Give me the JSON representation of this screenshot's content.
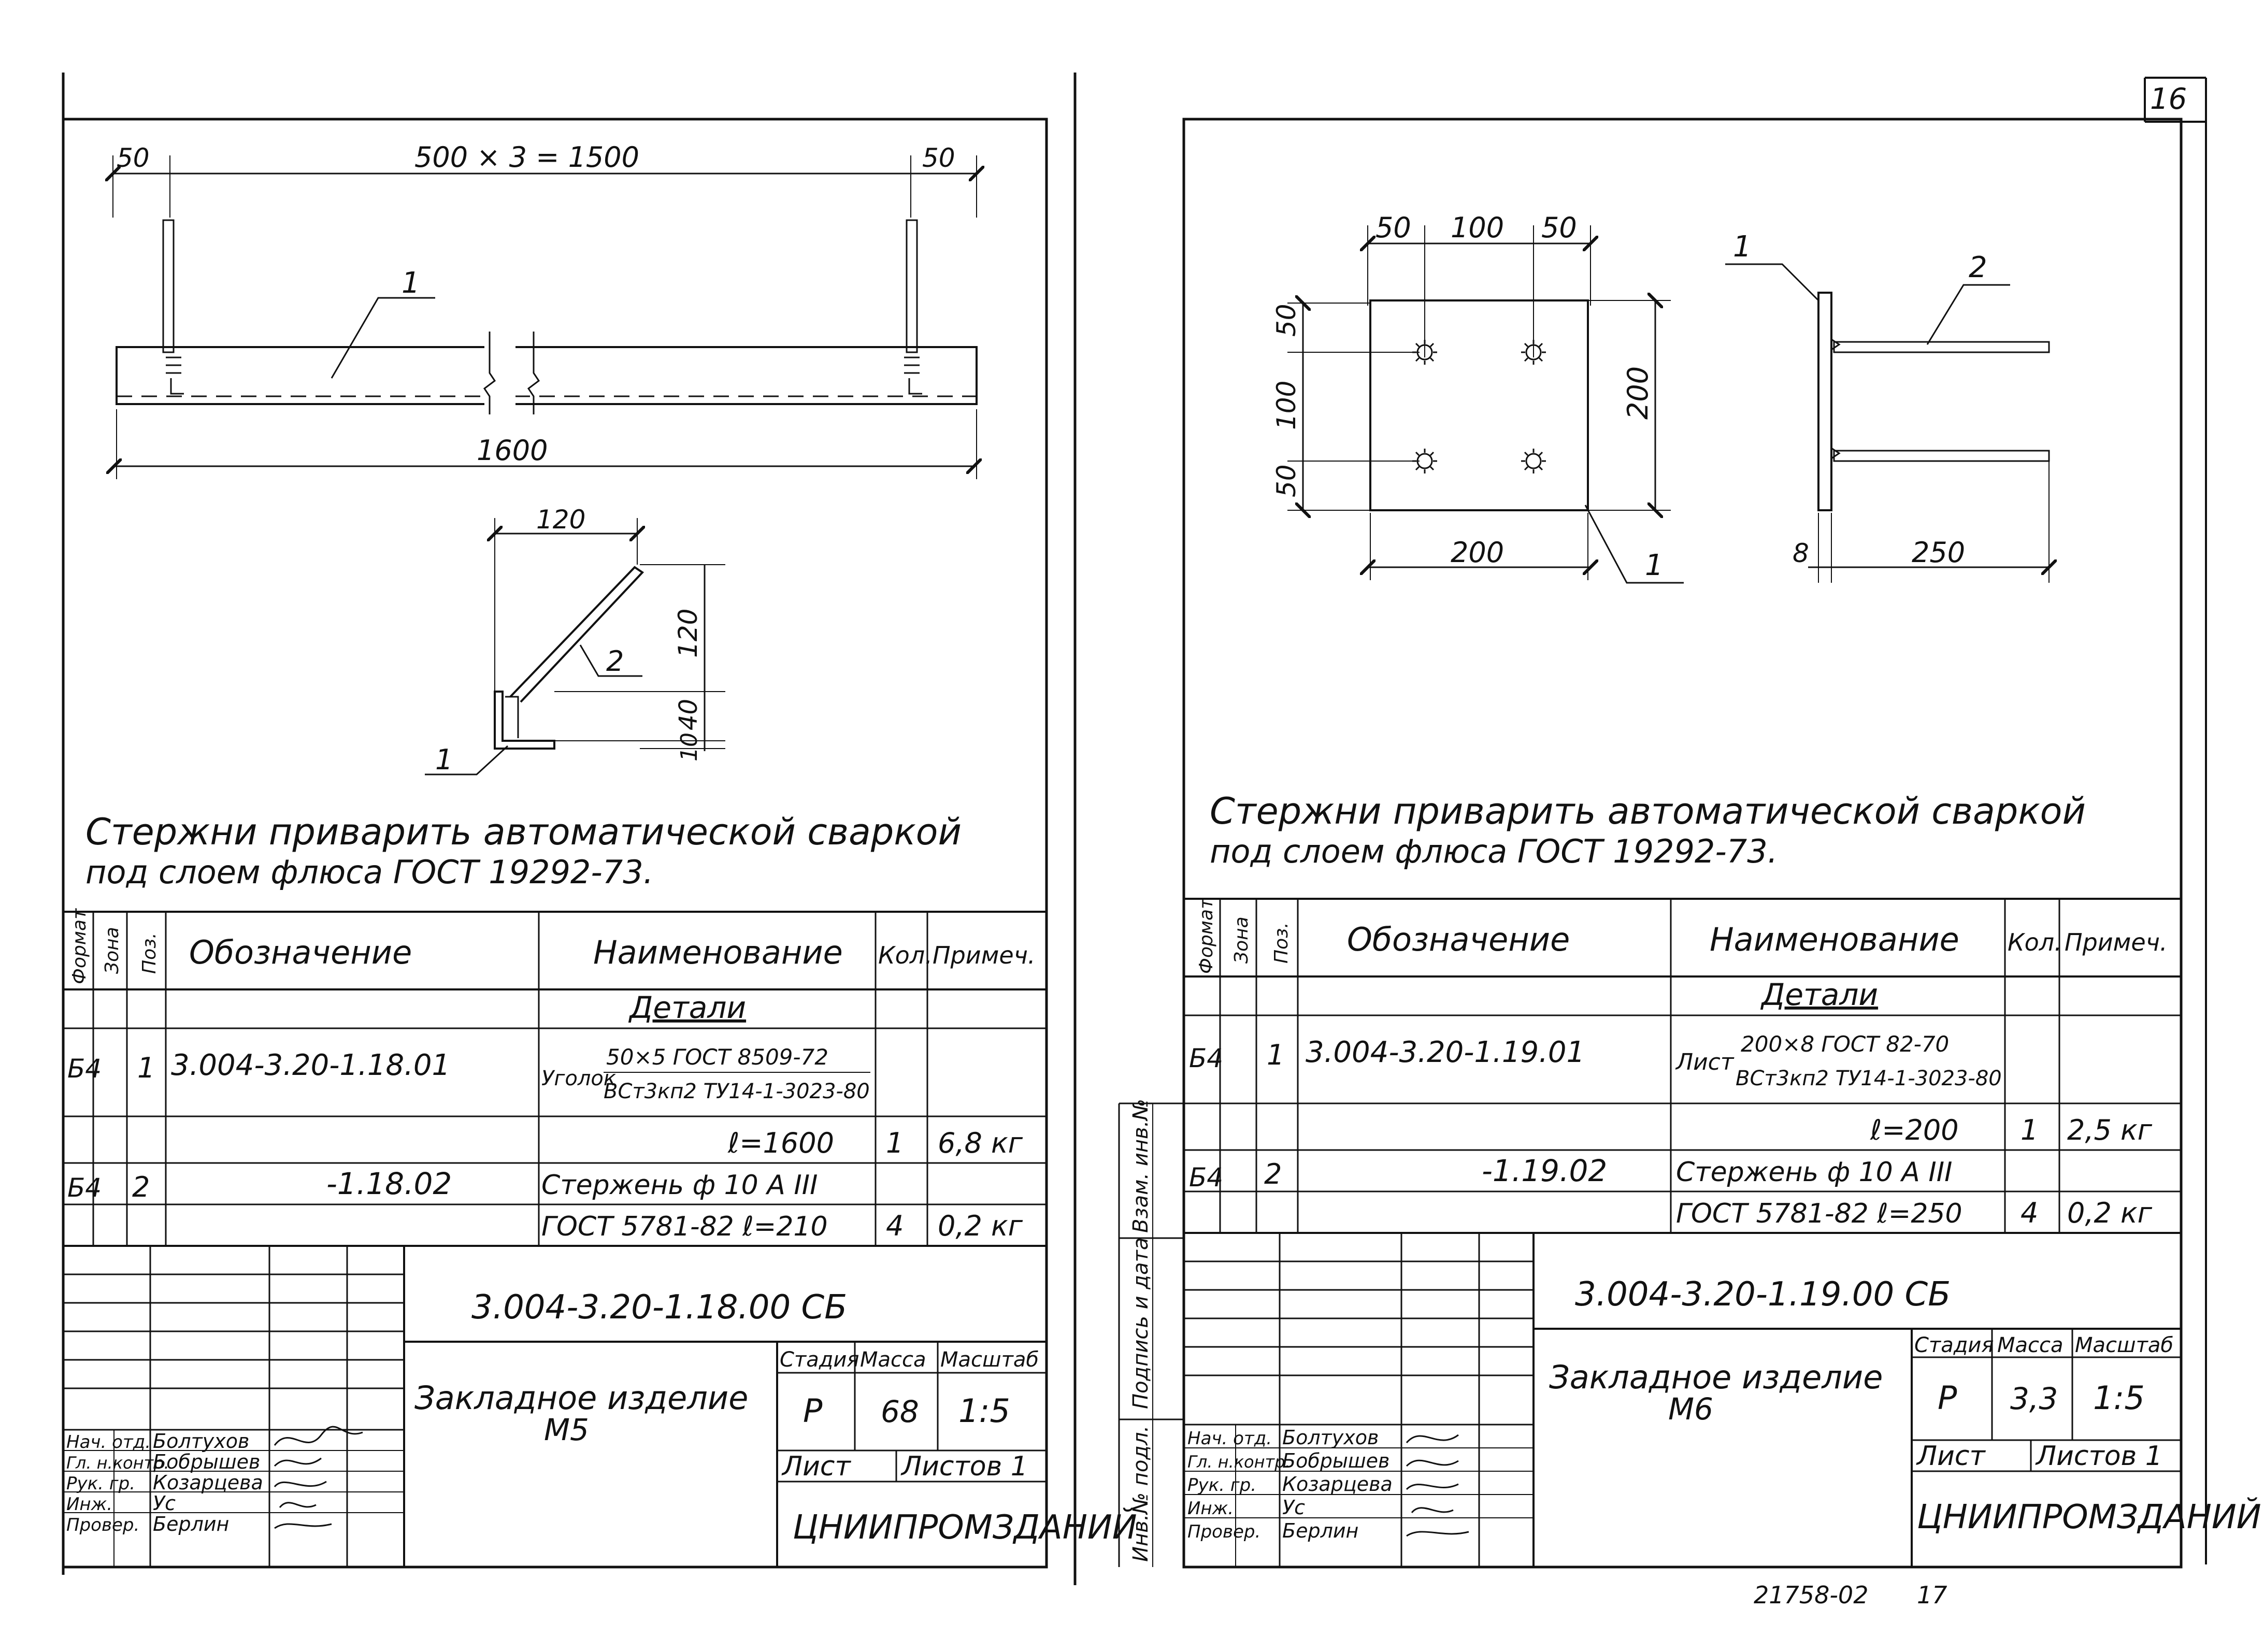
{
  "page_number": "16",
  "footer": {
    "doc_no": "21758-02",
    "page": "17"
  },
  "side_stamp": {
    "col1": "Инв.№ подл.",
    "col2": "Подпись и дата",
    "col3": "Взам. инв.№"
  },
  "left": {
    "drawing1": {
      "dim_top": "500 × 3 = 1500",
      "dim_left": "50",
      "dim_right": "50",
      "dim_bottom": "1600",
      "pos": "1"
    },
    "drawing2": {
      "dim_top": "120",
      "dim_right_a": "120",
      "dim_right_b": "40",
      "dim_right_c": "10",
      "pos1": "1",
      "pos2": "2"
    },
    "note_line1": "Стержни приварить    автоматической сваркой",
    "note_line2": "под слоем  флюса ГОСТ 19292-73.",
    "spec": {
      "headers": {
        "format": "Формат",
        "zone": "Зона",
        "pos": "Поз.",
        "designation": "Обозначение",
        "name": "Наименование",
        "qty": "Кол.",
        "note": "Примеч."
      },
      "section": "Детали",
      "rows": [
        {
          "format": "Б4",
          "pos": "1",
          "designation": "3.004-3.20-1.18.01",
          "name_prefix": "Уголок",
          "name_top": "50×5 ГОСТ 8509-72",
          "name_bottom": "ВСт3кп2 ТУ14-1-3023-80"
        },
        {
          "name": "ℓ=1600",
          "qty": "1",
          "note": "6,8 кг"
        },
        {
          "format": "Б4",
          "pos": "2",
          "designation": "-1.18.02",
          "name": "Стержень ф 10 А III"
        },
        {
          "name": "ГОСТ 5781-82    ℓ=210",
          "qty": "4",
          "note": "0,2 кг"
        }
      ]
    },
    "title_block": {
      "doc_code": "3.004-3.20-1.18.00 СБ",
      "title_line1": "Закладное  изделие",
      "title_line2": "М5",
      "col_stage": "Стадия",
      "col_mass": "Масса",
      "col_scale": "Масштаб",
      "stage": "Р",
      "mass": "68",
      "scale": "1:5",
      "sheet": "Лист",
      "sheets": "Листов 1",
      "org": "ЦНИИПРОМЗДАНИЙ",
      "roles": [
        "Нач. отд.",
        "Гл. н.контр.",
        "Рук. гр.",
        "Инж.",
        "Провер."
      ],
      "names": [
        "Болтухов",
        "Бобрышев",
        "Козарцева",
        "Ус",
        "Берлин"
      ]
    }
  },
  "right": {
    "drawing1": {
      "dim_a": "50",
      "dim_b": "100",
      "dim_c": "50",
      "dim_side_a": "50",
      "dim_side_b": "100",
      "dim_side_c": "50",
      "dim_height": "200",
      "dim_bottom": "200",
      "pos": "1"
    },
    "drawing2": {
      "pos1": "1",
      "pos2": "2",
      "dim_thick": "8",
      "dim_len": "250"
    },
    "note_line1": "Стержни приварить  автоматической  сваркой",
    "note_line2": "под слоем  флюса ГОСТ 19292-73.",
    "spec": {
      "headers": {
        "format": "Формат",
        "zone": "Зона",
        "pos": "Поз.",
        "designation": "Обозначение",
        "name": "Наименование",
        "qty": "Кол.",
        "note": "Примеч."
      },
      "section": "Детали",
      "rows": [
        {
          "format": "Б4",
          "pos": "1",
          "designation": "3.004-3.20-1.19.01",
          "name_prefix": "Лист",
          "name_top": "200×8 ГОСТ 82-70",
          "name_bottom": "ВСт3кп2 ТУ14-1-3023-80"
        },
        {
          "name": "ℓ=200",
          "qty": "1",
          "note": "2,5 кг"
        },
        {
          "format": "Б4",
          "pos": "2",
          "designation": "-1.19.02",
          "name": "Стержень ф 10 А III"
        },
        {
          "name": "ГОСТ 5781-82    ℓ=250",
          "qty": "4",
          "note": "0,2 кг"
        }
      ]
    },
    "title_block": {
      "doc_code": "3.004-3.20-1.19.00 СБ",
      "title_line1": "Закладное  изделие",
      "title_line2": "М6",
      "col_stage": "Стадия",
      "col_mass": "Масса",
      "col_scale": "Масштаб",
      "stage": "Р",
      "mass": "3,3",
      "scale": "1:5",
      "sheet": "Лист",
      "sheets": "Листов 1",
      "org": "ЦНИИПРОМЗДАНИЙ",
      "roles": [
        "Нач. отд.",
        "Гл. н.контр.",
        "Рук. гр.",
        "Инж.",
        "Провер."
      ],
      "names": [
        "Болтухов",
        "Бобрышев",
        "Козарцева",
        "Ус",
        "Берлин"
      ]
    }
  }
}
